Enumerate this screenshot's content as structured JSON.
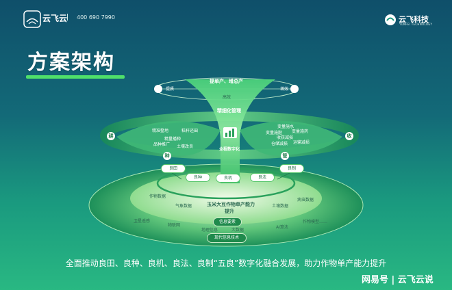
{
  "header": {
    "brand": "云飞云",
    "phone": "400 690 7990",
    "right_name": "云飞科技",
    "right_sub": "YUNFEI TECHNOLOGY"
  },
  "title": "方案架构",
  "diagram": {
    "top_left": "提质",
    "top_right": "增效",
    "top_goal": "提单产、增总产",
    "top_sub": "高效",
    "fine_mgmt": "精细化管理",
    "full_digital": "全程数字化",
    "left_ring": "耕",
    "right_ring": "收",
    "left_bottom_ring": "种",
    "right_bottom_ring": "管",
    "left_items": [
      "精准整地",
      "秸秆还田",
      "精量播种",
      "品种推广",
      "土壤改良"
    ],
    "right_items": [
      "变量施水",
      "变量施肥",
      "变量施药",
      "收获减损",
      "仓储减损",
      "运输减损"
    ],
    "pills": [
      "良田",
      "良种",
      "良机",
      "良法",
      "良制"
    ],
    "core_title": "玉米大豆作物单产能力",
    "core_sub": "提升",
    "mid_items": [
      "作物数据",
      "气象数据",
      "土壤数据",
      "病虫数据"
    ],
    "outer_items": [
      "卫星遥感",
      "物联网",
      "地理信息",
      "大数据",
      "AI算法",
      "作物模型……"
    ],
    "info_elements": "信息要素",
    "modern_tech": "现代信息技术"
  },
  "bottom_text": "全面推动良田、良种、良机、良法、良制“五良”数字化融合发展，助力作物单产能力提升",
  "watermark": "网易号 | 云飞云说",
  "colors": {
    "accent_green": "#4fe06a",
    "dark_green": "#1f8a4c"
  }
}
